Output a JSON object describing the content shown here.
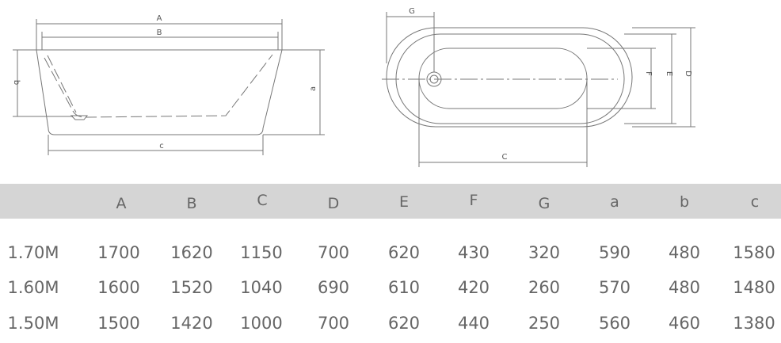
{
  "dimension_labels": {
    "side": {
      "A": "A",
      "B": "B",
      "a": "a",
      "b": "b",
      "c": "c"
    },
    "top": {
      "G": "G",
      "F": "F",
      "E": "E",
      "D": "D",
      "C": "C"
    }
  },
  "table": {
    "headers": [
      "",
      "A",
      "B",
      "C",
      "D",
      "E",
      "F",
      "G",
      "a",
      "b",
      "c"
    ],
    "rows": [
      [
        "1.70M",
        "1700",
        "1620",
        "1150",
        "700",
        "620",
        "430",
        "320",
        "590",
        "480",
        "1580"
      ],
      [
        "1.60M",
        "1600",
        "1520",
        "1040",
        "690",
        "610",
        "420",
        "260",
        "570",
        "480",
        "1480"
      ],
      [
        "1.50M",
        "1500",
        "1420",
        "1000",
        "700",
        "620",
        "440",
        "250",
        "560",
        "460",
        "1380"
      ]
    ]
  },
  "colors": {
    "line": "#777777",
    "header_background": "#d5d5d5",
    "text": "#666666"
  }
}
